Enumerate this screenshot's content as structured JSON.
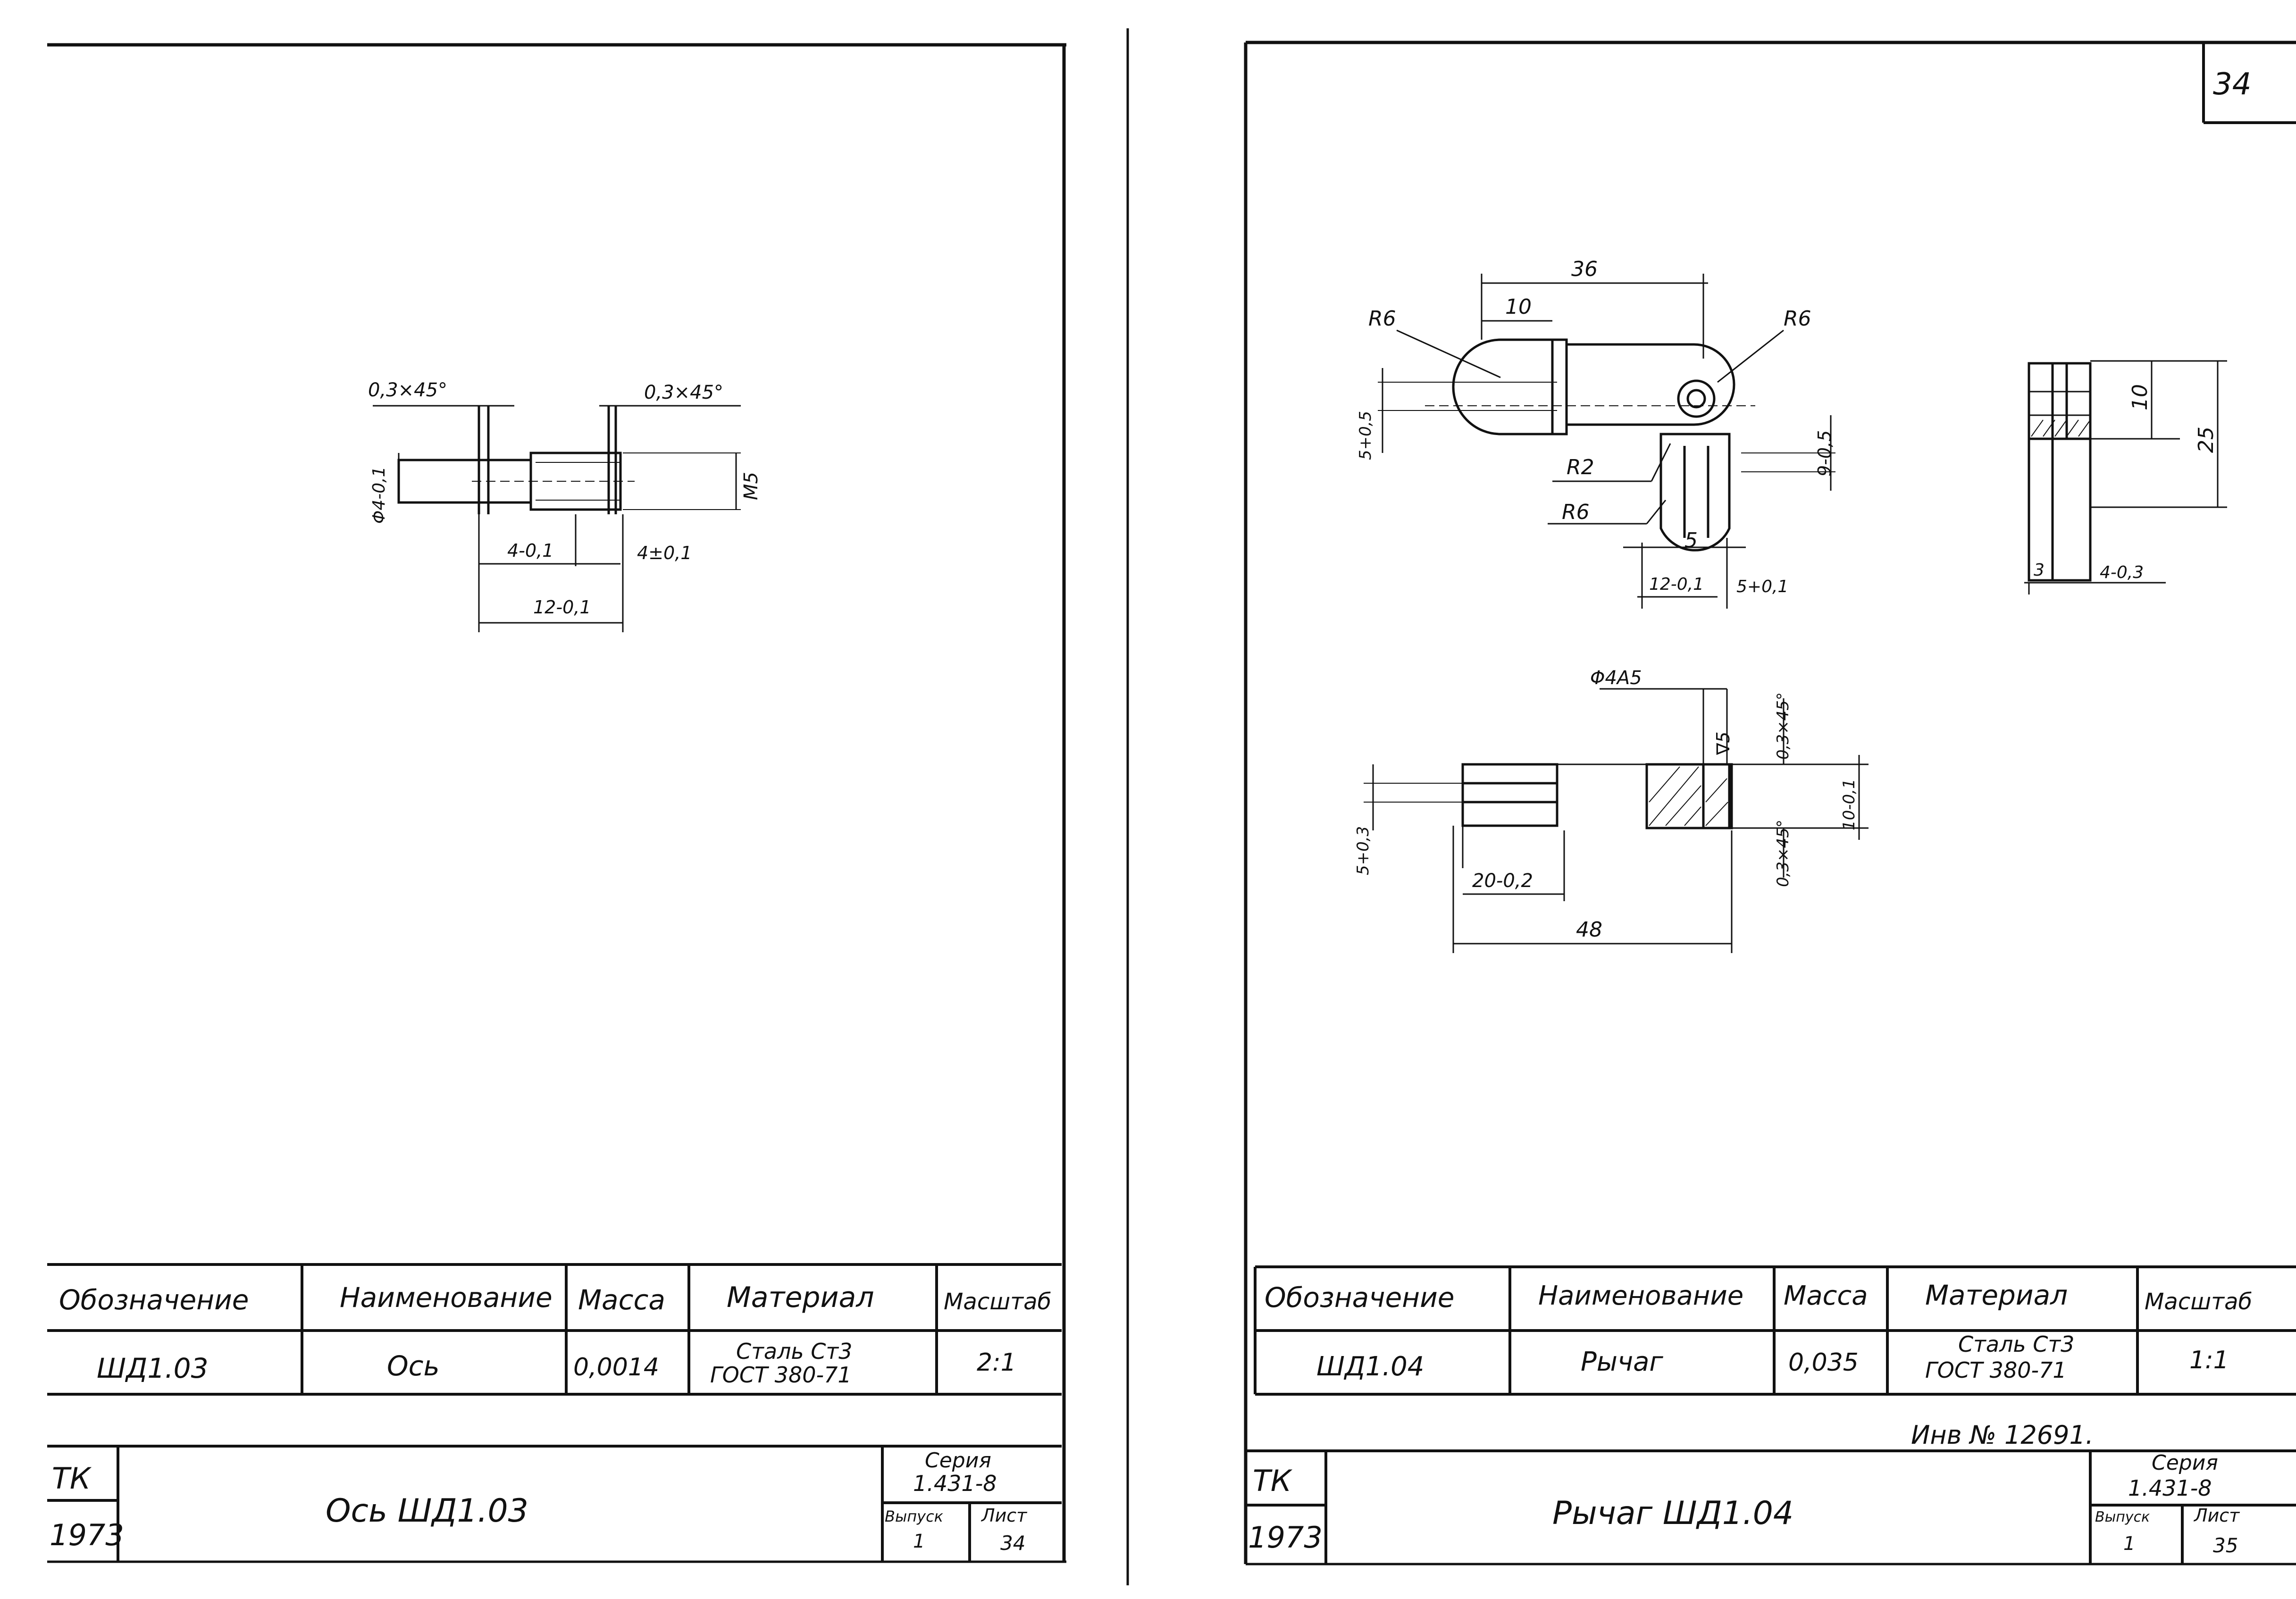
{
  "left_sheet": {
    "dims": {
      "chamfer_left": "0,3×45°",
      "chamfer_right": "0,3×45°",
      "dia": "Φ4-0,1",
      "thread": "M5",
      "len_a": "4-0,1",
      "len_b": "4±0,1",
      "len_total": "12-0,1"
    },
    "spec": {
      "headers": [
        "Обозначение",
        "Наименование",
        "Масса",
        "Материал",
        "Масштаб"
      ],
      "designation": "ШД1.03",
      "name": "Ось",
      "mass": "0,0014",
      "material_1": "Сталь Ст3",
      "material_2": "ГОСТ 380-71",
      "scale": "2:1"
    },
    "title_block": {
      "org": "ТК",
      "year": "1973",
      "title": "Ось  ШД1.03",
      "series_label": "Серия",
      "series": "1.431-8",
      "issue_label": "Выпуск",
      "issue": "1",
      "sheet_label": "Лист",
      "sheet": "34"
    }
  },
  "right_sheet": {
    "page_number": "34",
    "dims": {
      "r6_left": "R6",
      "r6_right": "R6",
      "d36": "36",
      "d10": "10",
      "d5_left": "5+0,5",
      "r2": "R2",
      "r6_low": "R6",
      "d9": "9-0,5",
      "d5": "5",
      "d12": "12-0,1",
      "d5_right": "5+0,1",
      "side_10": "10",
      "side_25": "25",
      "side_3": "3",
      "side_4": "4-0,3",
      "hole": "Φ4А5",
      "v5": "∇5",
      "chamfer_top": "0,3×45°",
      "chamfer_bot": "0,3×45°",
      "d5_plan": "5+0,3",
      "d10_plan": "10-0,1",
      "d20": "20-0,2",
      "d48": "48"
    },
    "spec": {
      "headers": [
        "Обозначение",
        "Наименование",
        "Масса",
        "Материал",
        "Масштаб"
      ],
      "designation": "ШД1.04",
      "name": "Рычаг",
      "mass": "0,035",
      "material_1": "Сталь Ст3",
      "material_2": "ГОСТ 380-71",
      "scale": "1:1"
    },
    "inventory": "Инв № 12691.",
    "title_block": {
      "org": "ТК",
      "year": "1973",
      "title": "Рычаг  ШД1.04",
      "series_label": "Серия",
      "series": "1.431-8",
      "issue_label": "Выпуск",
      "issue": "1",
      "sheet_label": "Лист",
      "sheet": "35"
    }
  }
}
